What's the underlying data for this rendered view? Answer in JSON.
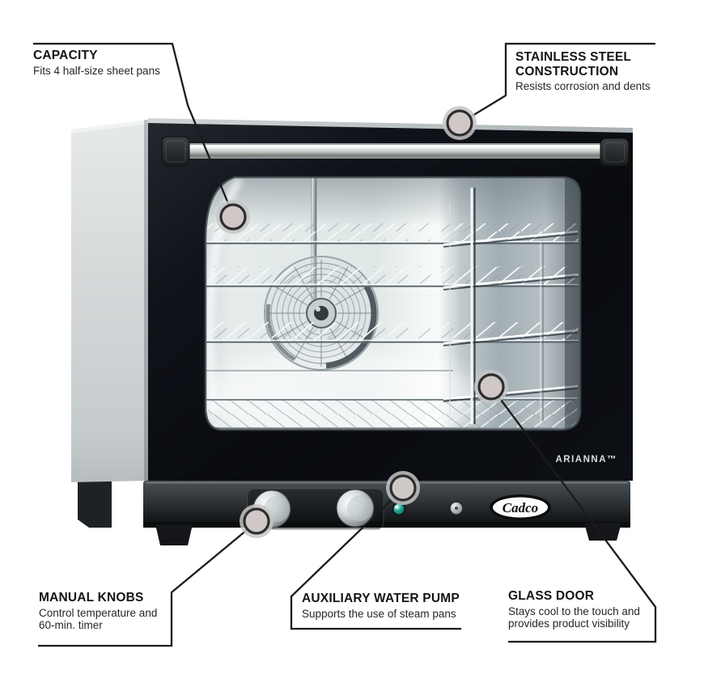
{
  "page": {
    "background": "#ffffff"
  },
  "oven": {
    "brand_logo_text": "Cadco",
    "model_label": "ARIANNA™"
  },
  "callouts": {
    "capacity": {
      "title": "CAPACITY",
      "body_lines": [
        "Fits 4 half-size sheet pans"
      ]
    },
    "stainless_steel": {
      "title": "STAINLESS STEEL CONSTRUCTION",
      "body_lines": [
        "Resists corrosion and dents"
      ]
    },
    "manual_knobs": {
      "title": "MANUAL KNOBS",
      "body_lines": [
        "Control temperature and",
        "60-min. timer"
      ]
    },
    "auxiliary_water_pump": {
      "title": "AUXILIARY WATER PUMP",
      "body_lines": [
        "Supports the use of steam pans"
      ]
    },
    "glass_door": {
      "title": "GLASS DOOR",
      "body_lines": [
        "Stays cool to the touch and",
        "provides product visibility"
      ]
    }
  },
  "colors": {
    "callout_line": "#1b1b1b",
    "marker_fill": "#d0c8c6",
    "marker_ring": "#2e2d2e",
    "marker_halo": "#c6c6c6",
    "oven_body_black": "#0b0d12",
    "side_panel_gray": "#d7dadb",
    "interior_steel": "#dfe7e7",
    "handle_chrome": "#c2c8c4",
    "indicator_light": "#19a08f",
    "base_dark": "#2e3337"
  }
}
